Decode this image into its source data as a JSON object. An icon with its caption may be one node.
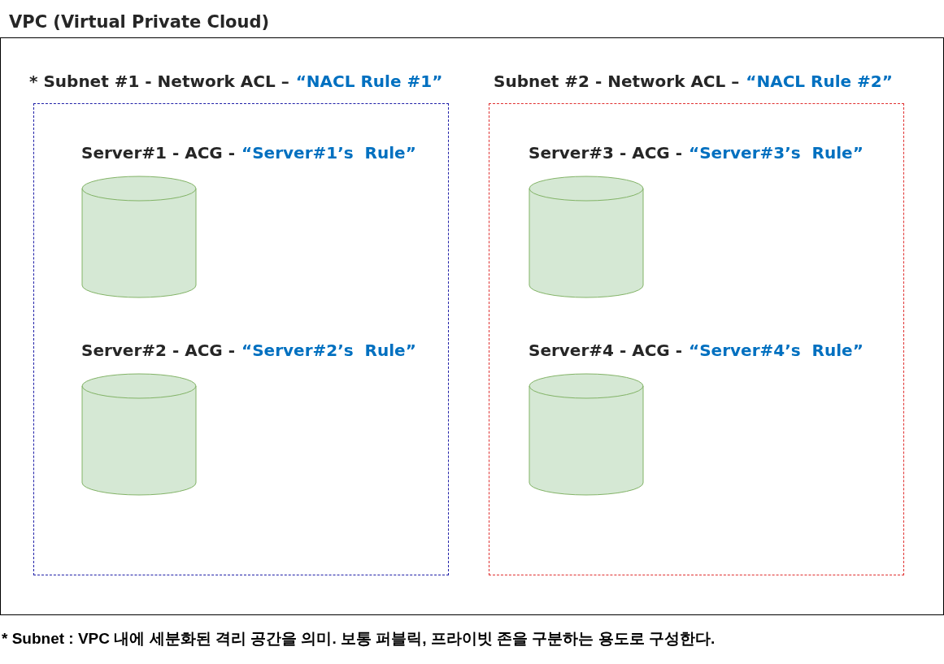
{
  "diagram": {
    "caption": "* Subnet : VPC 내에 세분화된 격리 공간을 의미. 보통 퍼블릭, 프라이빗 존을 구분하는 용도로 구성한다.",
    "nodes": [
      {
        "text": [
          "VPC (Virtual Private Cloud)"
        ]
      },
      {
        "text": [
          "* Subnet #1 - Network ACL –",
          "“NACL Rule #1”"
        ],
        "in": 0
      },
      {
        "text": [
          "Server#1 - ACG -",
          "“Server#1’s  Rule”"
        ],
        "in": 1
      },
      {
        "text": [
          "Server#2 - ACG -",
          "“Server#2’s  Rule”"
        ],
        "in": 1
      },
      {
        "text": [
          "Subnet #2 - Network ACL –",
          "“NACL Rule #2”"
        ],
        "in": 0
      },
      {
        "text": [
          "Server#3 - ACG -",
          "“Server#3’s  Rule”"
        ],
        "in": 4
      },
      {
        "text": [
          "Server#4 - ACG -",
          "“Server#4’s  Rule”"
        ],
        "in": 4
      }
    ]
  }
}
